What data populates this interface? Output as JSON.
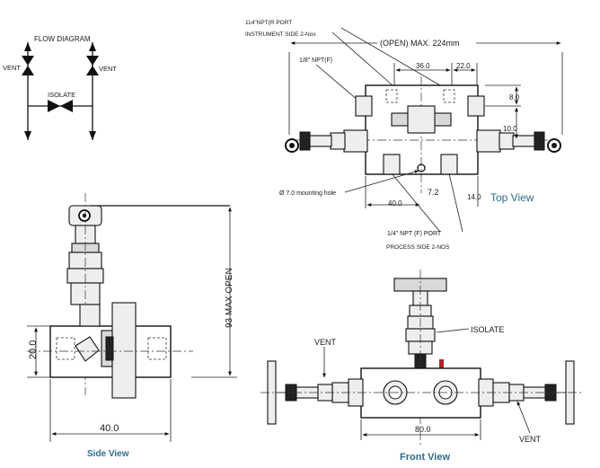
{
  "flow_diagram": {
    "title": "FLOW DIAGRAM",
    "vent_left": "VENT",
    "vent_right": "VENT",
    "isolate": "ISOLATE"
  },
  "top_view": {
    "title": "Top View",
    "instrument_port_line1": "114\"NPT(R    PORT",
    "instrument_port_line2": "INSTRUMENT  SIDE  2-Nos",
    "open_max": "(OPEN) MAX. 224mm",
    "npt_label": "1/8\" NPT(F)",
    "dim_36": "36.0",
    "dim_22": "22.0",
    "dim_8": "8.0",
    "dim_10": "10.0",
    "dim_14": "14.0",
    "dim_40": "40.0",
    "dim_7_2": "7.2",
    "mounting_hole": "Ø 7.0 mounting hole",
    "process_port_line1": "1/4\" NPT (F) PORT",
    "process_port_line2": "PROCESS  SIDE  2-NOS"
  },
  "side_view": {
    "title": "Side    View",
    "dim_20": "20.0",
    "dim_40": "40.0",
    "max_open": "93 MAX OPEN"
  },
  "front_view": {
    "title": "Front View",
    "isolate": "ISOLATE",
    "vent_top": "VENT",
    "vent_bottom": "VENT",
    "dim_80": "80.0"
  }
}
